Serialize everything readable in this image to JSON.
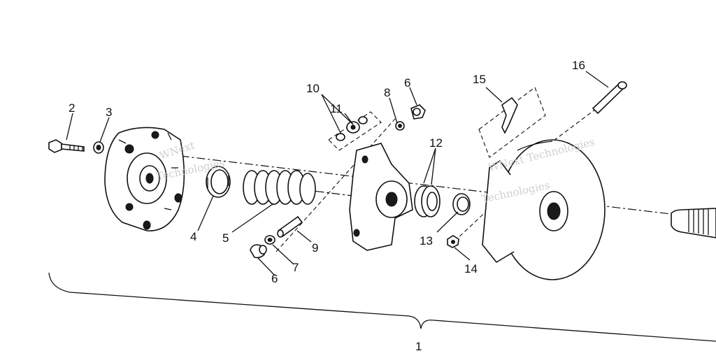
{
  "diagram": {
    "callouts": [
      "1",
      "2",
      "3",
      "4",
      "5",
      "6",
      "6",
      "7",
      "8",
      "9",
      "10",
      "11",
      "12",
      "13",
      "14",
      "15",
      "16"
    ],
    "watermark": {
      "line1": "WNext",
      "line2": "Technologies",
      "line3": "WNext Technologies"
    }
  }
}
